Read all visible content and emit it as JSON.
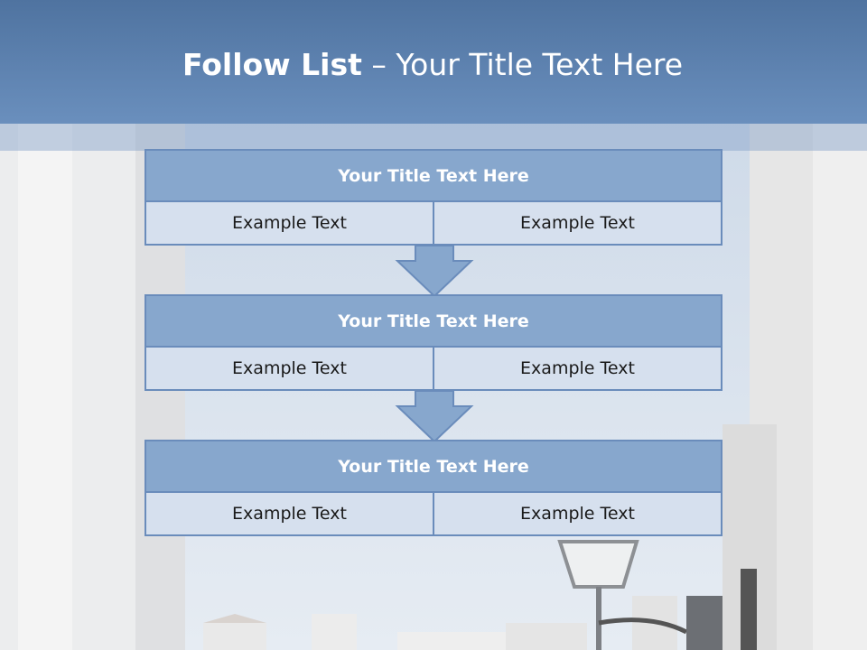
{
  "slide": {
    "title_bold": "Follow List",
    "title_rest": " – Your Title Text Here"
  },
  "boxes": [
    {
      "title": "Your Title Text Here",
      "left": "Example Text",
      "right": "Example Text"
    },
    {
      "title": "Your Title Text Here",
      "left": "Example Text",
      "right": "Example Text"
    },
    {
      "title": "Your Title Text Here",
      "left": "Example Text",
      "right": "Example Text"
    }
  ],
  "colors": {
    "header": "#5b7fad",
    "box_title": "#87a7cd",
    "box_cell": "#d6e0ee",
    "border": "#6a8cbb"
  }
}
